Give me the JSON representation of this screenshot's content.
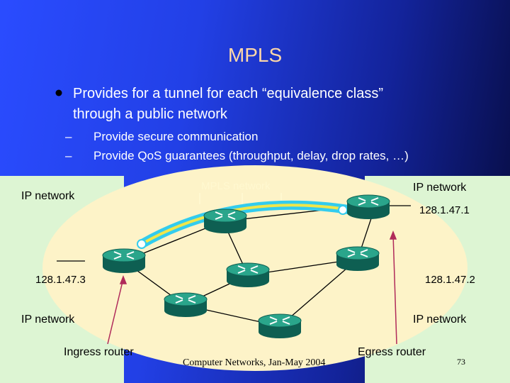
{
  "title": "MPLS",
  "bullet": {
    "text_line1": "Provides for a tunnel for each “equivalence class”",
    "text_line2": "through a public network",
    "subs": [
      "Provide secure communication",
      "Provide QoS guarantees (throughput, delay, drop rates, …)"
    ]
  },
  "diagram": {
    "mpls_label": "MPLS network",
    "ip_network_labels": [
      "IP network",
      "IP network",
      "IP network",
      "IP network"
    ],
    "addresses": [
      "128.1.47.1",
      "128.1.47.3",
      "128.1.47.2"
    ],
    "ingress_label": "Ingress router",
    "egress_label": "Egress router"
  },
  "footer": "Computer Networks, Jan-May 2004",
  "page_number": "73",
  "colors": {
    "title": "#ffd8a8",
    "ip_box": "#ddf5d3",
    "cloud": "#fdf3c8",
    "router": "#1f8f78",
    "tunnel_outer": "#33ccee",
    "tunnel_inner": "#f0e64a",
    "pointer": "#b02a5a"
  }
}
